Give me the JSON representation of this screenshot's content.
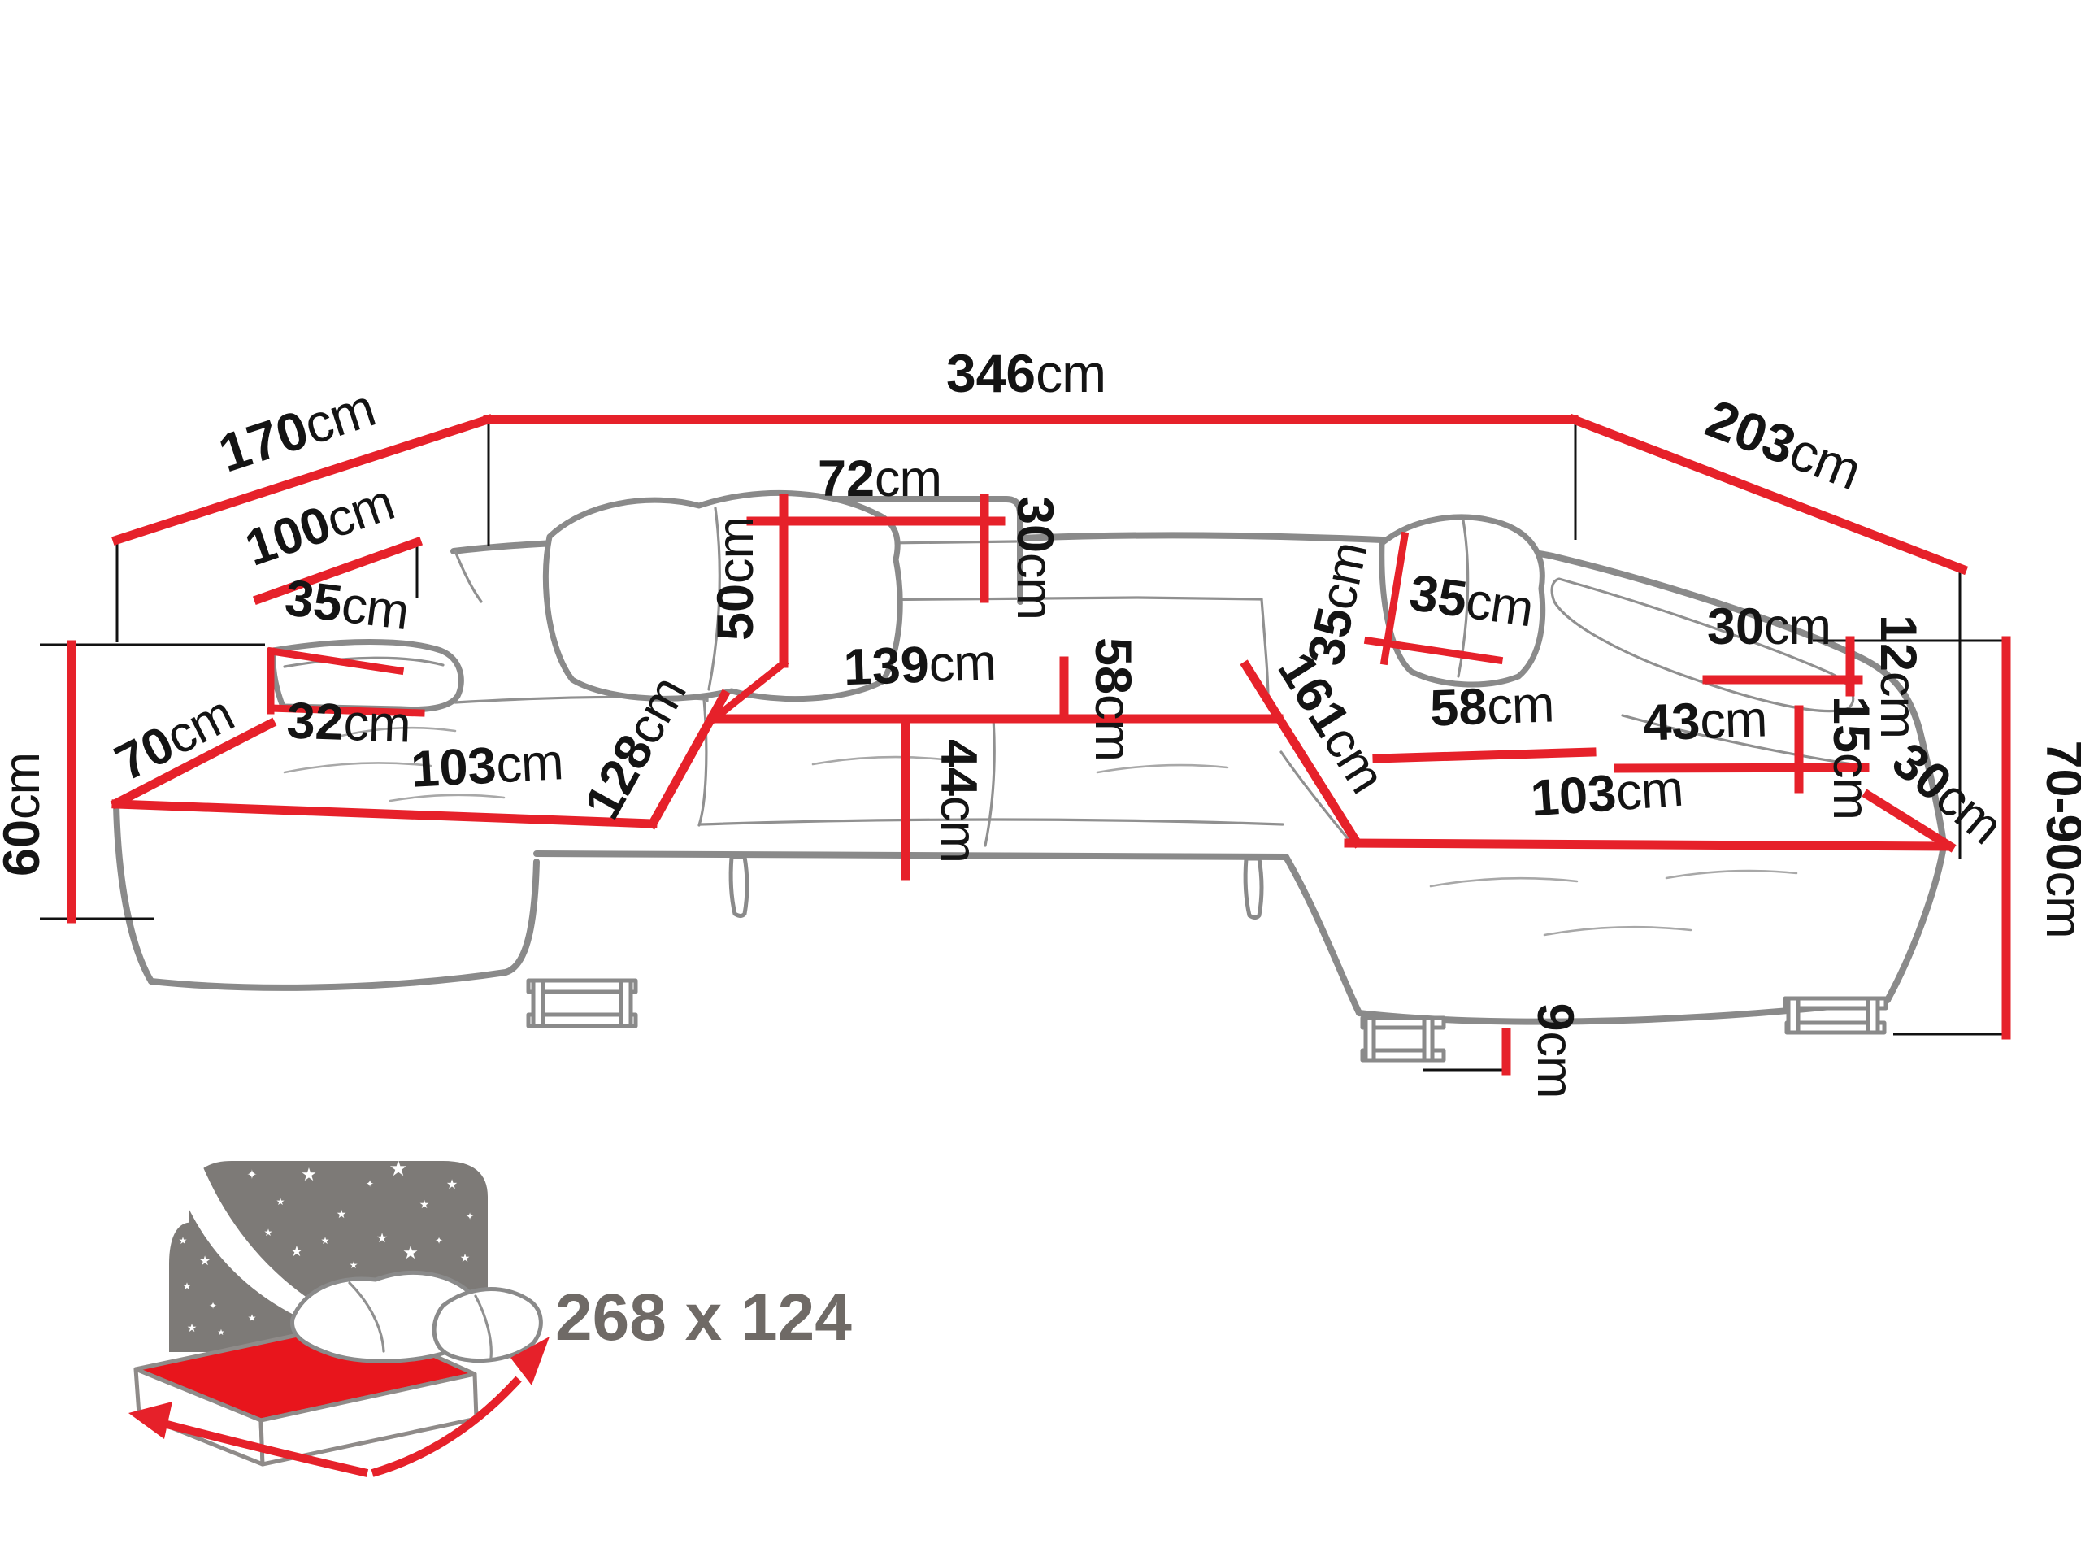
{
  "colors": {
    "dimension_red": "#e6212a",
    "sofa_outline_gray": "#8a8a8a",
    "label_black": "#141414",
    "icon_panel_gray": "#7d7a77",
    "mattress_red": "#e8151c",
    "bed_text_gray": "#6f6a66"
  },
  "dims": {
    "d346": {
      "num": "346",
      "unit": "cm"
    },
    "d170": {
      "num": "170",
      "unit": "cm"
    },
    "d203": {
      "num": "203",
      "unit": "cm"
    },
    "d100": {
      "num": "100",
      "unit": "cm"
    },
    "d35_arm_left": {
      "num": "35",
      "unit": "cm"
    },
    "d32": {
      "num": "32",
      "unit": "cm"
    },
    "d70": {
      "num": "70",
      "unit": "cm"
    },
    "d60": {
      "num": "60",
      "unit": "cm"
    },
    "d103_left": {
      "num": "103",
      "unit": "cm"
    },
    "d128": {
      "num": "128",
      "unit": "cm"
    },
    "d72": {
      "num": "72",
      "unit": "cm"
    },
    "d50": {
      "num": "50",
      "unit": "cm"
    },
    "d30_headrest": {
      "num": "30",
      "unit": "cm"
    },
    "d139": {
      "num": "139",
      "unit": "cm"
    },
    "d58_center": {
      "num": "58",
      "unit": "cm"
    },
    "d44": {
      "num": "44",
      "unit": "cm"
    },
    "d35_pillow_height": {
      "num": "35",
      "unit": "cm"
    },
    "d35_pillow_width": {
      "num": "35",
      "unit": "cm"
    },
    "d161": {
      "num": "161",
      "unit": "cm"
    },
    "d58_right": {
      "num": "58",
      "unit": "cm"
    },
    "d43": {
      "num": "43",
      "unit": "cm"
    },
    "d30_armrest_top": {
      "num": "30",
      "unit": "cm"
    },
    "d12": {
      "num": "12",
      "unit": "cm"
    },
    "d15": {
      "num": "15",
      "unit": "cm"
    },
    "d30_armrest_diag": {
      "num": "30",
      "unit": "cm"
    },
    "d70_90": {
      "num": "70-90",
      "unit": "cm"
    },
    "d103_right": {
      "num": "103",
      "unit": "cm"
    },
    "d9": {
      "num": "9",
      "unit": "cm"
    }
  },
  "bed": {
    "size_label": "268 x 124"
  }
}
